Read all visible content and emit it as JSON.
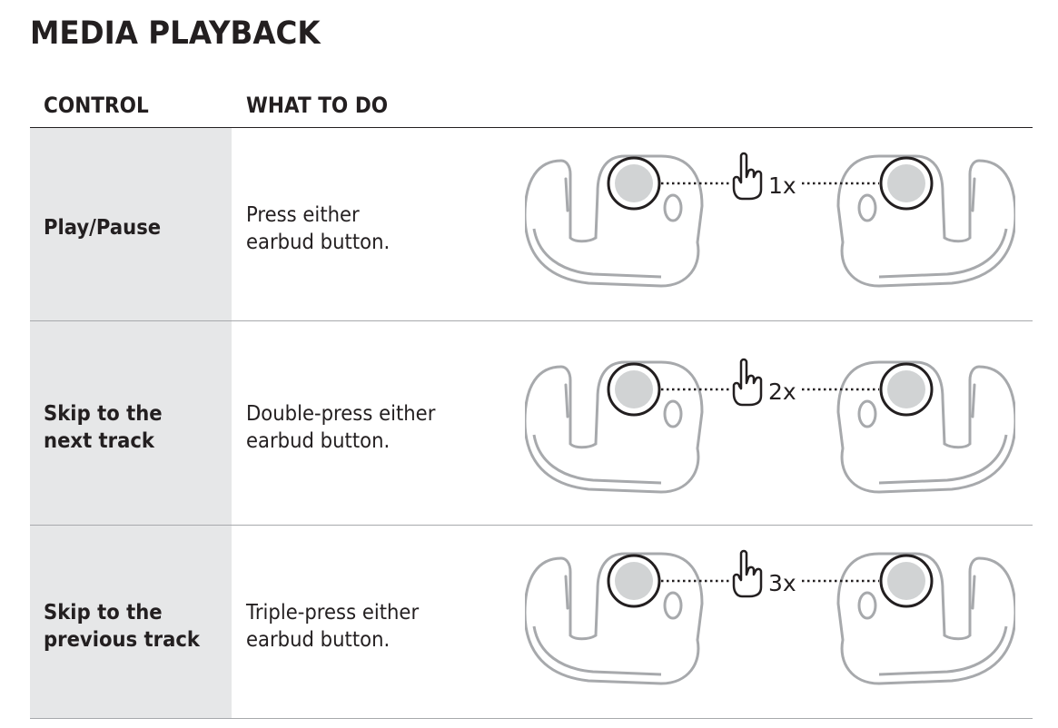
{
  "title": "MEDIA PLAYBACK",
  "columns": {
    "control": "CONTROL",
    "what_to_do": "WHAT TO DO"
  },
  "rows": [
    {
      "control_line1": "Play/Pause",
      "control_line2": "",
      "what_line1": "Press either",
      "what_line2": "earbud button.",
      "press_count": "1x"
    },
    {
      "control_line1": "Skip to the",
      "control_line2": "next track",
      "what_line1": "Double-press either",
      "what_line2": "earbud button.",
      "press_count": "2x"
    },
    {
      "control_line1": "Skip to the",
      "control_line2": "previous track",
      "what_line1": "Triple-press either",
      "what_line2": "earbud button.",
      "press_count": "3x"
    }
  ],
  "icons": {
    "earbud_left": "earbud-left-icon",
    "earbud_right": "earbud-right-icon",
    "hand": "hand-press-icon"
  },
  "colors": {
    "text": "#231f20",
    "shade": "#e6e7e8",
    "rule": "#a7a9ac",
    "earbud_outline": "#a7a9ac",
    "button_fill": "#d1d3d4"
  }
}
